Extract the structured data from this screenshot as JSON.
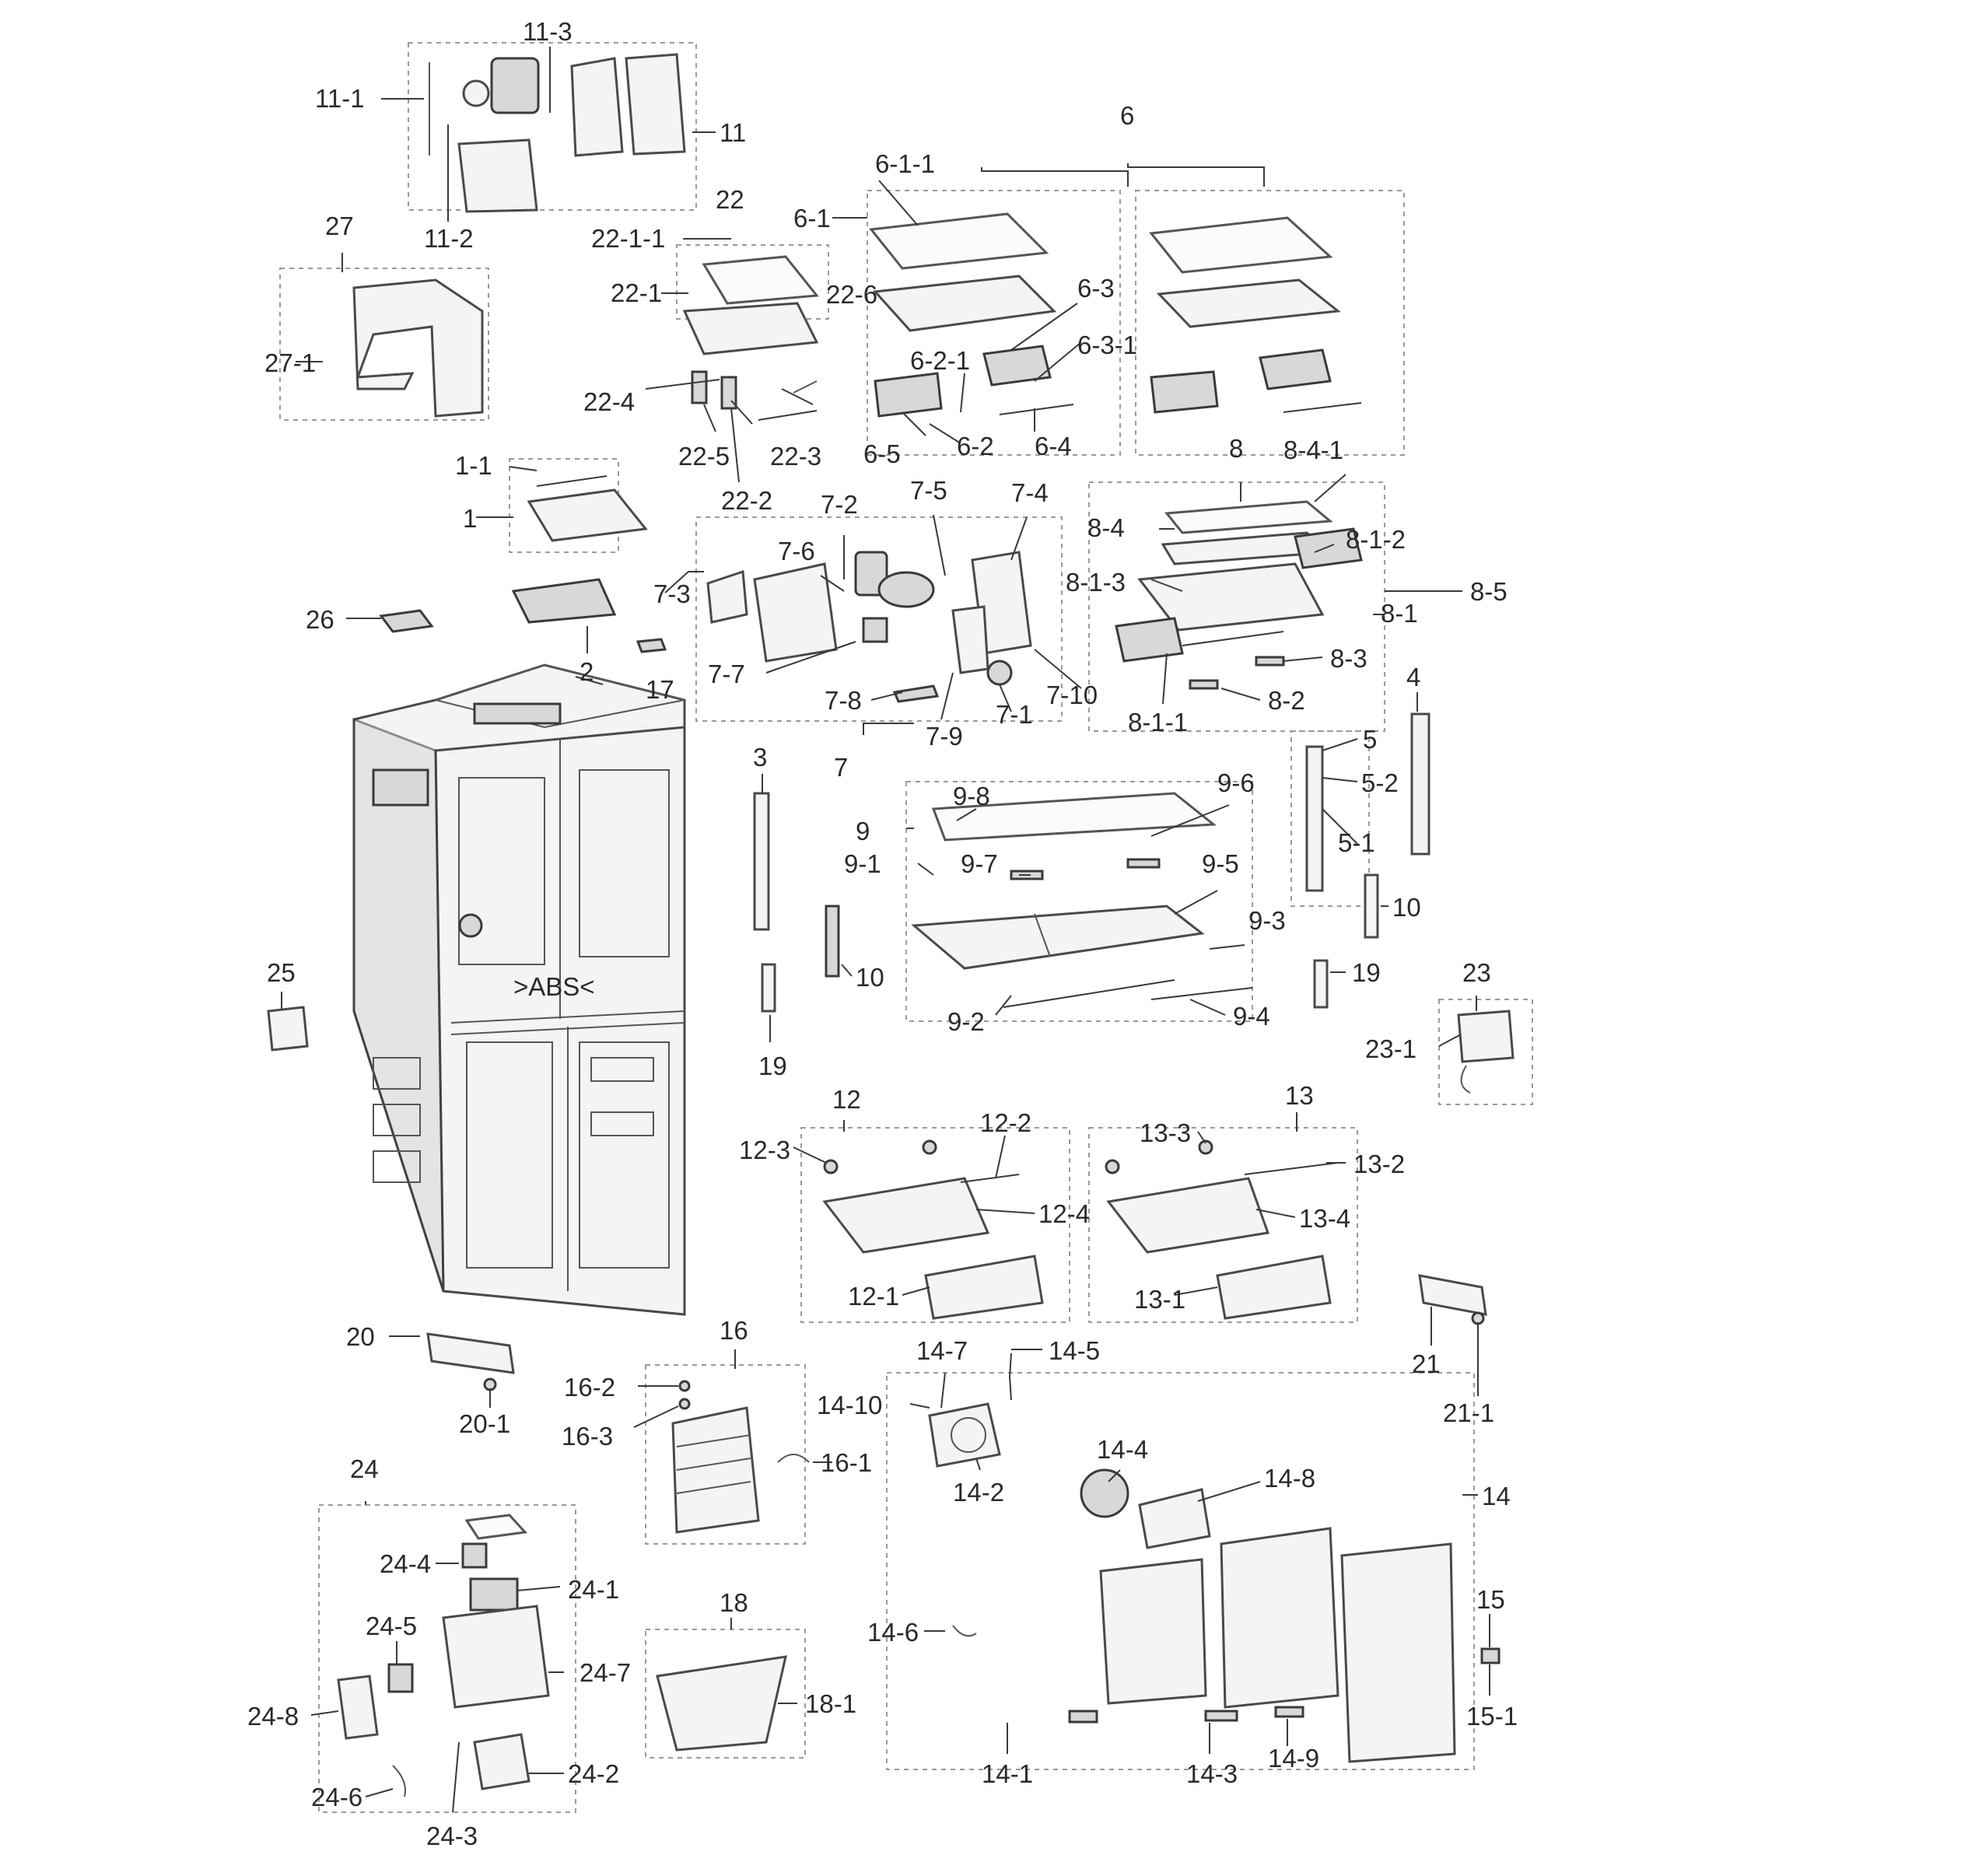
{
  "diagram": {
    "labels": {
      "l_11_3": "11-3",
      "l_11_1": "11-1",
      "l_11": "11",
      "l_11_2": "11-2",
      "l_27": "27",
      "l_27_1": "27-1",
      "l_22": "22",
      "l_22_1_1": "22-1-1",
      "l_22_1": "22-1",
      "l_22_6": "22-6",
      "l_22_4": "22-4",
      "l_22_5": "22-5",
      "l_22_3": "22-3",
      "l_22_2": "22-2",
      "l_6": "6",
      "l_6_1_1": "6-1-1",
      "l_6_1": "6-1",
      "l_6_3": "6-3",
      "l_6_2_1": "6-2-1",
      "l_6_3_1": "6-3-1",
      "l_6_5": "6-5",
      "l_6_2": "6-2",
      "l_6_4": "6-4",
      "l_1_1": "1-1",
      "l_1": "1",
      "l_2": "2",
      "l_26": "26",
      "l_17": "17",
      "l_7_2": "7-2",
      "l_7_5": "7-5",
      "l_7_4": "7-4",
      "l_7_6": "7-6",
      "l_7_3": "7-3",
      "l_7_7": "7-7",
      "l_7_8": "7-8",
      "l_7_9": "7-9",
      "l_7_1": "7-1",
      "l_7_10": "7-10",
      "l_7": "7",
      "l_8": "8",
      "l_8_4_1": "8-4-1",
      "l_8_4": "8-4",
      "l_8_1_2": "8-1-2",
      "l_8_1_3": "8-1-3",
      "l_8_5": "8-5",
      "l_8_1": "8-1",
      "l_8_3": "8-3",
      "l_8_2": "8-2",
      "l_8_1_1": "8-1-1",
      "l_4": "4",
      "l_5": "5",
      "l_5_2": "5-2",
      "l_5_1": "5-1",
      "l_10a": "10",
      "l_19a": "19",
      "l_3": "3",
      "l_10b": "10",
      "l_19b": "19",
      "l_9_8": "9-8",
      "l_9_6": "9-6",
      "l_9": "9",
      "l_9_1": "9-1",
      "l_9_7": "9-7",
      "l_9_5": "9-5",
      "l_9_3": "9-3",
      "l_9_2": "9-2",
      "l_9_4": "9-4",
      "l_25": "25",
      "l_23": "23",
      "l_23_1": "23-1",
      "l_12": "12",
      "l_12_2": "12-2",
      "l_12_3": "12-3",
      "l_12_4": "12-4",
      "l_12_1": "12-1",
      "l_13": "13",
      "l_13_3": "13-3",
      "l_13_2": "13-2",
      "l_13_4": "13-4",
      "l_13_1": "13-1",
      "l_20": "20",
      "l_20_1": "20-1",
      "l_21": "21",
      "l_21_1": "21-1",
      "l_16": "16",
      "l_16_2": "16-2",
      "l_16_3": "16-3",
      "l_16_1": "16-1",
      "l_14_7": "14-7",
      "l_14_5": "14-5",
      "l_14_10": "14-10",
      "l_14_4": "14-4",
      "l_14_2": "14-2",
      "l_14_8": "14-8",
      "l_14": "14",
      "l_14_6": "14-6",
      "l_14_1": "14-1",
      "l_14_3": "14-3",
      "l_14_9": "14-9",
      "l_15": "15",
      "l_15_1": "15-1",
      "l_24": "24",
      "l_24_4": "24-4",
      "l_24_1": "24-1",
      "l_24_5": "24-5",
      "l_24_7": "24-7",
      "l_24_8": "24-8",
      "l_24_6": "24-6",
      "l_24_2": "24-2",
      "l_24_3": "24-3",
      "l_18": "18",
      "l_18_1": "18-1",
      "l_abs": ">ABS<"
    }
  }
}
